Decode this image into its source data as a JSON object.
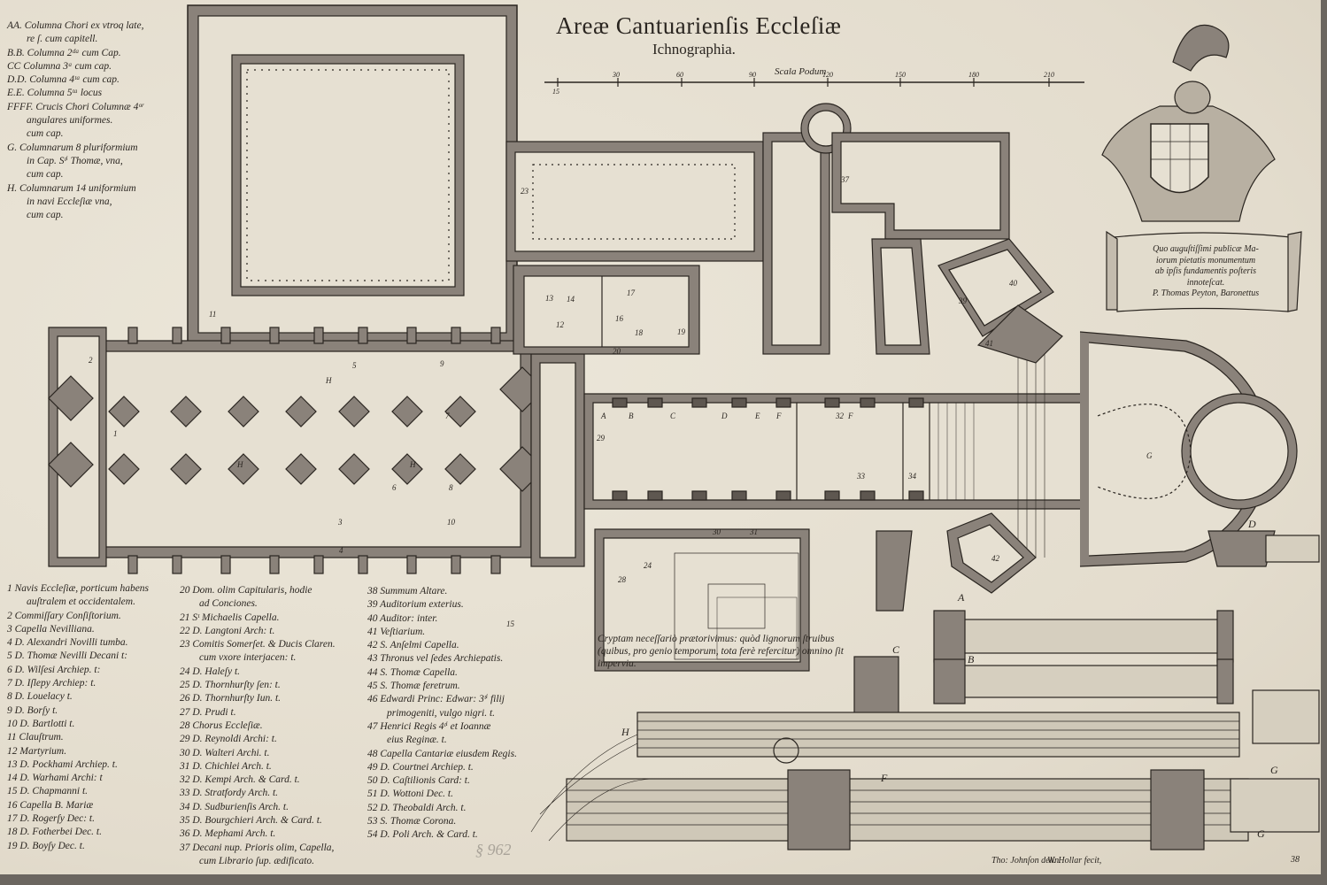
{
  "title": "Areæ Cantuarienſis Eccleſiæ",
  "subtitle": "Ichnographia.",
  "scale": {
    "label": "Scala Podum",
    "ticks": [
      "15",
      "30",
      "60",
      "90",
      "120",
      "150",
      "180",
      "210"
    ]
  },
  "column_key": [
    {
      "text": "AA. Columna Chori ex vtroq late,",
      "indent": false
    },
    {
      "text": "re ſ. cum capitell.",
      "indent": true
    },
    {
      "text": "B.B. Columna 2ᵈᵃ cum Cap.",
      "indent": false
    },
    {
      "text": "CC Columna 3ᵃ cum cap.",
      "indent": false
    },
    {
      "text": "D.D. Columna 4ᵗᵃ cum cap.",
      "indent": false
    },
    {
      "text": "E.E. Columna 5ᵗᵃ locus",
      "indent": false
    },
    {
      "text": "FFFF. Crucis Chori Columnæ 4ᵒʳ",
      "indent": false
    },
    {
      "text": "angulares uniformes.",
      "indent": true
    },
    {
      "text": "cum cap.",
      "indent": true
    },
    {
      "text": "G. Columnarum 8 pluriformium",
      "indent": false
    },
    {
      "text": "in Cap. Sᵗⁱ Thomæ, vna,",
      "indent": true
    },
    {
      "text": "cum cap.",
      "indent": true
    },
    {
      "text": "H. Columnarum 14 uniformium",
      "indent": false
    },
    {
      "text": "in navi Eccleſiæ vna,",
      "indent": true
    },
    {
      "text": "cum cap.",
      "indent": true
    }
  ],
  "legend_col1": [
    {
      "text": "1 Navis Eccleſiæ, porticum habens",
      "indent": false
    },
    {
      "text": "auſtralem et occidentalem.",
      "indent": true
    },
    {
      "text": "2 Commiſſary Conſiſtorium.",
      "indent": false
    },
    {
      "text": "3 Capella Nevilliana.",
      "indent": false
    },
    {
      "text": "4 D. Alexandri Novilli tumba.",
      "indent": false
    },
    {
      "text": "5 D. Thomæ Nevilli Decani t:",
      "indent": false
    },
    {
      "text": "6 D. Wilſesi Archiep. t:",
      "indent": false
    },
    {
      "text": "7 D. Iſlepy Archiep: t.",
      "indent": false
    },
    {
      "text": "8 D. Louelacy t.",
      "indent": false
    },
    {
      "text": "9 D. Borſy t.",
      "indent": false
    },
    {
      "text": "10 D. Bartlotti t.",
      "indent": false
    },
    {
      "text": "11 Clauſtrum.",
      "indent": false
    },
    {
      "text": "12 Martyrium.",
      "indent": false
    },
    {
      "text": "13 D. Pockhami Archiep. t.",
      "indent": false
    },
    {
      "text": "14 D. Warhami Archi: t",
      "indent": false
    },
    {
      "text": "15 D. Chapmanni t.",
      "indent": false
    },
    {
      "text": "16 Capella B. Mariæ",
      "indent": false
    },
    {
      "text": "17 D. Rogerſy Dec: t.",
      "indent": false
    },
    {
      "text": "18 D. Fotherbei Dec. t.",
      "indent": false
    },
    {
      "text": "19 D. Boyſy Dec. t.",
      "indent": false
    }
  ],
  "legend_col2": [
    {
      "text": "20 Dom. olim Capitularis, hodie",
      "indent": false
    },
    {
      "text": "ad Conciones.",
      "indent": true
    },
    {
      "text": "21 Sᵗ Michaelis Capella.",
      "indent": false
    },
    {
      "text": "22 D. Langtoni Arch: t.",
      "indent": false
    },
    {
      "text": "23 Comitis Somerſet. & Ducis Claren.",
      "indent": false
    },
    {
      "text": "cum vxore interjacen: t.",
      "indent": true
    },
    {
      "text": "24 D. Haleſy t.",
      "indent": false
    },
    {
      "text": "25 D. Thornhurſty ſen: t.",
      "indent": false
    },
    {
      "text": "26 D. Thornhurſty Iun. t.",
      "indent": false
    },
    {
      "text": "27 D. Prudi t.",
      "indent": false
    },
    {
      "text": "28 Chorus Eccleſiæ.",
      "indent": false
    },
    {
      "text": "29 D. Reynoldi Archi: t.",
      "indent": false
    },
    {
      "text": "30 D. Walteri Archi. t.",
      "indent": false
    },
    {
      "text": "31 D. Chichlei Arch. t.",
      "indent": false
    },
    {
      "text": "32 D. Kempi Arch. & Card. t.",
      "indent": false
    },
    {
      "text": "33 D. Stratfordy Arch. t.",
      "indent": false
    },
    {
      "text": "34 D. Sudburienſis Arch. t.",
      "indent": false
    },
    {
      "text": "35 D. Bourgchieri Arch. & Card. t.",
      "indent": false
    },
    {
      "text": "36 D. Mephami Arch. t.",
      "indent": false
    },
    {
      "text": "37 Decani nup. Prioris olim, Capella,",
      "indent": false
    },
    {
      "text": "cum Librario ſup. ædificato.",
      "indent": true
    }
  ],
  "legend_col3": [
    {
      "text": "38 Summum Altare.",
      "indent": false
    },
    {
      "text": "39 Auditorium exterius.",
      "indent": false
    },
    {
      "text": "40 Auditor: inter.",
      "indent": false
    },
    {
      "text": "41 Veſtiarium.",
      "indent": false
    },
    {
      "text": "42 S. Anſelmi Capella.",
      "indent": false
    },
    {
      "text": "43 Thronus vel ſedes Archiepatis.",
      "indent": false
    },
    {
      "text": "44 S. Thomæ Capella.",
      "indent": false
    },
    {
      "text": "45 S. Thomæ feretrum.",
      "indent": false
    },
    {
      "text": "46 Edwardi Princ: Edwar: 3ᵗⁱ filij",
      "indent": false
    },
    {
      "text": "primogeniti, vulgo nigri. t.",
      "indent": true
    },
    {
      "text": "47 Henrici Regis 4ᵗⁱ et Ioannæ",
      "indent": false
    },
    {
      "text": "eius Reginæ. t.",
      "indent": true
    },
    {
      "text": "48 Capella Cantariæ eiusdem Regis.",
      "indent": false
    },
    {
      "text": "49 D. Courtnei Archiep. t.",
      "indent": false
    },
    {
      "text": "50 D. Caſtilionis Card: t.",
      "indent": false
    },
    {
      "text": "51 D. Wottoni Dec. t.",
      "indent": false
    },
    {
      "text": "52 D. Theobaldi Arch. t.",
      "indent": false
    },
    {
      "text": "53 S. Thomæ Corona.",
      "indent": false
    },
    {
      "text": "54 D. Poli Arch. & Card. t.",
      "indent": false
    }
  ],
  "banner_text": [
    "Quo auguſtiſſimi publicæ Ma-",
    "iorum pietatis monumentum",
    "ab ipſis fundamentis poſteris",
    "innoteſcat.",
    "P. Thomas Peyton, Baronettus"
  ],
  "crypt_note": "Cryptam neceſſariò prætorivimus: quòd lignorum ſtruibus (quibus, pro genio temporum, tota ferè refercitur) omnino ſit impervia.",
  "plan_labels": [
    "H",
    "H",
    "H",
    "1",
    "2",
    "3",
    "4",
    "5",
    "6",
    "7",
    "8",
    "9",
    "10",
    "11",
    "12",
    "13",
    "14",
    "15",
    "16",
    "17",
    "18",
    "19",
    "20",
    "23",
    "24",
    "28",
    "29",
    "30",
    "31",
    "32",
    "33",
    "34",
    "37",
    "39",
    "40",
    "41",
    "42",
    "A",
    "B",
    "C",
    "D",
    "E",
    "F",
    "F",
    "G"
  ],
  "column_figure_labels": [
    "A",
    "B",
    "C",
    "D",
    "F",
    "G",
    "G",
    "H"
  ],
  "credits": {
    "drawn": "Tho: Johnſon delin.",
    "engraved": "W. Hollar fecit,",
    "page": "38"
  },
  "manuscript_mark": "§ 962",
  "colors": {
    "paper": "#e6e0d2",
    "ink": "#2a2520",
    "wall_fill": "#8a827a",
    "border": "#6b6660"
  }
}
